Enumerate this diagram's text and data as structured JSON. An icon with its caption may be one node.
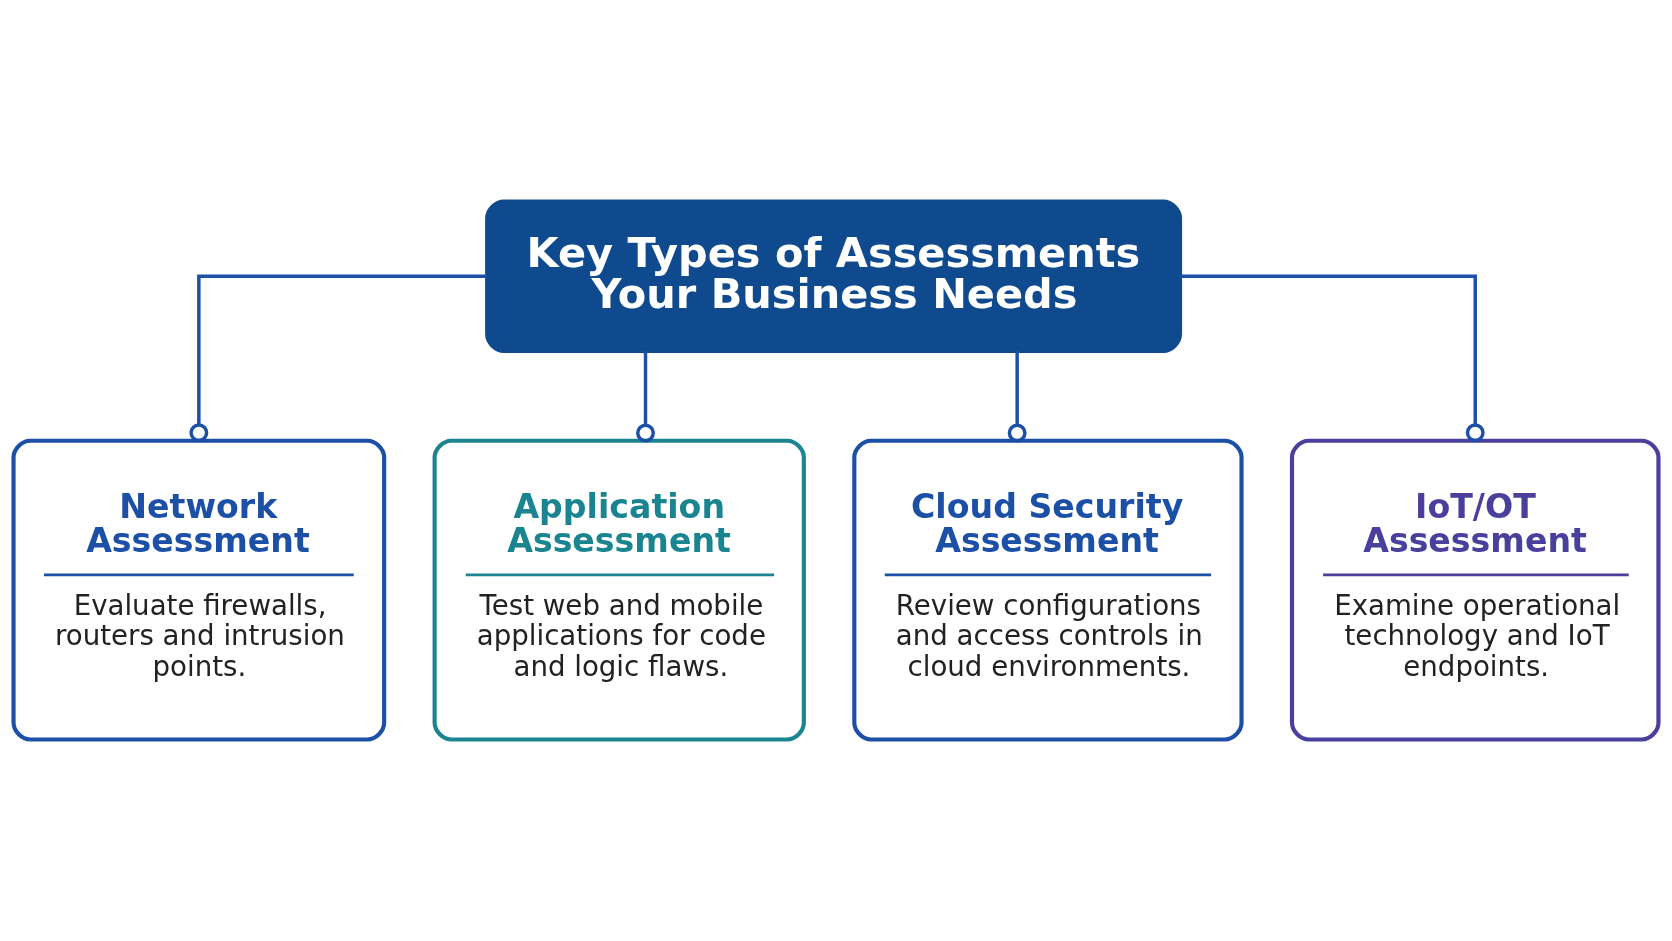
{
  "diagram": {
    "nodes": [
      {
        "text": [
          "Key Types of Assessments Your Business Needs"
        ]
      },
      {
        "text": [
          "Network Assessment",
          "Evaluate firewalls, routers and intrusion points."
        ]
      },
      {
        "text": [
          "Application Assessment",
          "Test web and mobile applications for code and logic flaws."
        ]
      },
      {
        "text": [
          "Cloud Security Assessment",
          "Review configurations and access controls in cloud environments."
        ]
      },
      {
        "text": [
          "IoT/OT Assessment",
          "Examine operational technology and IoT endpoints."
        ]
      }
    ],
    "edges": [
      {
        "from": 0,
        "to": 1,
        "arrow": "other"
      },
      {
        "from": 0,
        "to": 2,
        "arrow": "other"
      },
      {
        "from": 0,
        "to": 3,
        "arrow": "other"
      },
      {
        "from": 0,
        "to": 4,
        "arrow": "other"
      }
    ]
  }
}
